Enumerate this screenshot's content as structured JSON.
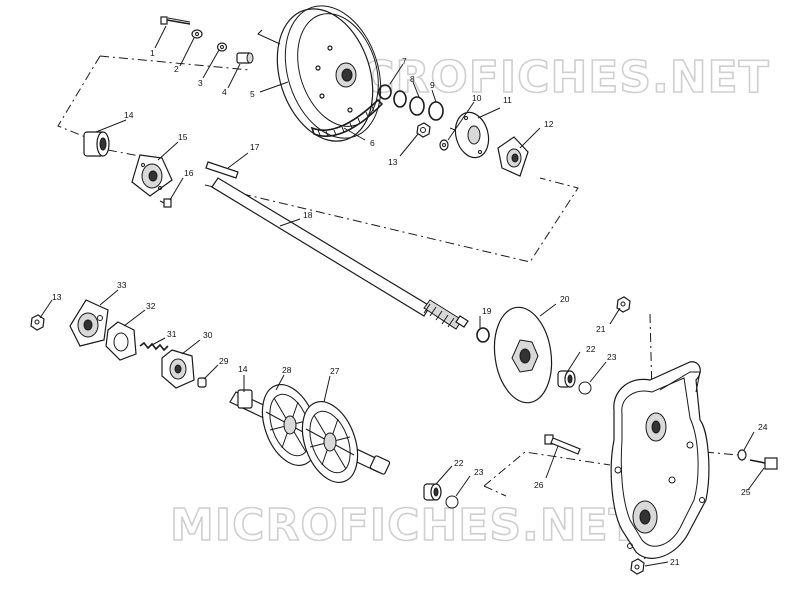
{
  "watermarks": [
    "MICROFICHES.NET",
    "MICROFICHES.NET"
  ],
  "callouts": [
    {
      "n": "1"
    },
    {
      "n": "2"
    },
    {
      "n": "3"
    },
    {
      "n": "4"
    },
    {
      "n": "5"
    },
    {
      "n": "6"
    },
    {
      "n": "7"
    },
    {
      "n": "8"
    },
    {
      "n": "9"
    },
    {
      "n": "10"
    },
    {
      "n": "11"
    },
    {
      "n": "12"
    },
    {
      "n": "13"
    },
    {
      "n": "14"
    },
    {
      "n": "15"
    },
    {
      "n": "16"
    },
    {
      "n": "17"
    },
    {
      "n": "18"
    },
    {
      "n": "13"
    },
    {
      "n": "33"
    },
    {
      "n": "32"
    },
    {
      "n": "31"
    },
    {
      "n": "30"
    },
    {
      "n": "29"
    },
    {
      "n": "14"
    },
    {
      "n": "28"
    },
    {
      "n": "27"
    },
    {
      "n": "19"
    },
    {
      "n": "20"
    },
    {
      "n": "21"
    },
    {
      "n": "22"
    },
    {
      "n": "23"
    },
    {
      "n": "22"
    },
    {
      "n": "23"
    },
    {
      "n": "26"
    },
    {
      "n": "24"
    },
    {
      "n": "25"
    },
    {
      "n": "21"
    }
  ]
}
